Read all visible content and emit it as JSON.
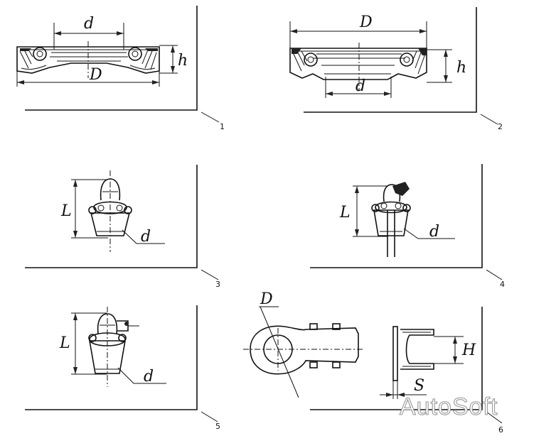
{
  "panels": [
    {
      "number": "1",
      "labels": {
        "d": "d",
        "D": "D",
        "h": "h"
      }
    },
    {
      "number": "2",
      "labels": {
        "D": "D",
        "d": "d",
        "h": "h"
      }
    },
    {
      "number": "3",
      "labels": {
        "L": "L",
        "d": "d"
      }
    },
    {
      "number": "4",
      "labels": {
        "L": "L",
        "d": "d"
      }
    },
    {
      "number": "5",
      "labels": {
        "L": "L",
        "d": "d"
      }
    },
    {
      "number": "6",
      "labels": {
        "D": "D",
        "H": "H",
        "S": "S"
      }
    }
  ],
  "watermark": "AutoSoft"
}
